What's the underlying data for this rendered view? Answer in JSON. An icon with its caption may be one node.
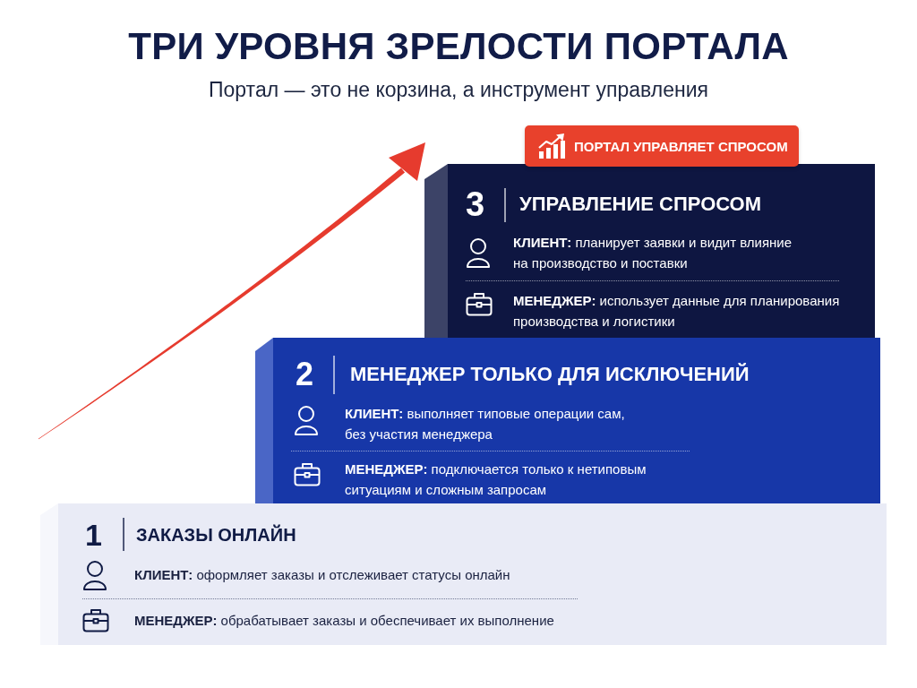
{
  "diagram": {
    "title": "ТРИ УРОВНЯ ЗРЕЛОСТИ ПОРТАЛА",
    "nodes": [
      {
        "text": [
          "ПОРТАЛ УПРАВЛЯЕТ СПРОСОМ"
        ]
      },
      {
        "text": [
          "3",
          "УПРАВЛЕНИЕ СПРОСОМ",
          "**КЛИЕНТ:** планирует заявки и видит влияние на производство и поставки",
          "**МЕНЕДЖЕР:** использует данные для планирования производства и логистики"
        ]
      },
      {
        "text": [
          "2",
          "МЕНЕДЖЕР ТОЛЬКО ДЛЯ ИСКЛЮЧЕНИЙ",
          "**КЛИЕНТ:** выполняет типовые операции сам, без участия менеджера",
          "**МЕНЕДЖЕР:** подключается только к нетиповым ситуациям и сложным запросам"
        ]
      },
      {
        "text": [
          "1",
          "ЗАКАЗЫ ОНЛАЙН",
          "**КЛИЕНТ:** оформляет заказы и отслеживает статусы онлайн",
          "**МЕНЕДЖЕР:** обрабатывает заказы и обеспечивает их выполнение"
        ]
      }
    ],
    "labels": [
      "Портал — это не корзина, а инструмент управления"
    ]
  }
}
